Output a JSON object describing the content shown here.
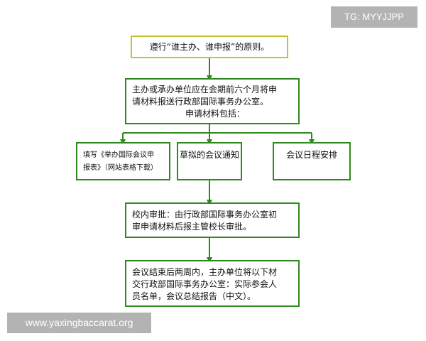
{
  "watermark_top": "TG: MYYJJPP",
  "watermark_bottom": "www.yaxingbaccarat.org",
  "flow": {
    "principle": "遵行“谁主办、谁申报”的原则。",
    "apply_line1": "主办或承办单位应在会期前六个月将申",
    "apply_line2": "请材料报送行政部国际事务办公室。",
    "apply_line3": "申请材料包括：",
    "material_form_line1": "填写《举办国际会议申",
    "material_form_line2": "报表》（网站表格下载）",
    "material_notice": "草拟的会议通知",
    "material_schedule": "会议日程安排",
    "review_line1": "校内审批：由行政部国际事务办公室初",
    "review_line2": "审申请材料后报主管校长审批。",
    "report_line1": "会议结束后两周内，主办单位将以下材",
    "report_line2": "交行政部国际事务办公室：实际参会人",
    "report_line3": "员名单，会议总结报告（中文）。"
  },
  "colors": {
    "connector": "#2e8a1e",
    "box_border": "#2e8a1e",
    "first_box_border": "#c7c12a",
    "watermark_bg": "#b3b3b3"
  }
}
